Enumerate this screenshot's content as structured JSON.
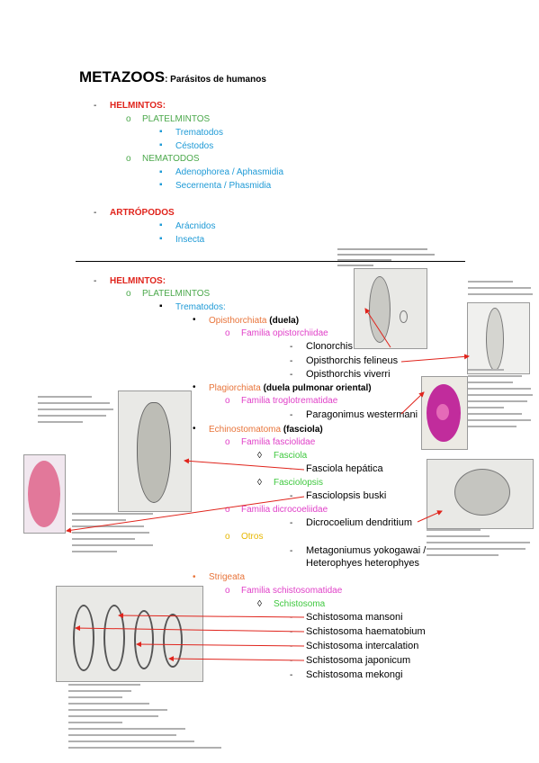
{
  "title": {
    "main": "METAZOOS",
    "sub": ": Parásitos de humanos"
  },
  "outline": {
    "helmintos": "HELMINTOS",
    "platelmintos": "PLATELMINTOS",
    "trematodos": "Trematodos",
    "cestodos": "Céstodos",
    "nematodos": "NEMATODOS",
    "adenophorea": "Adenophorea / Aphasmidia",
    "secernenta": "Secernenta / Phasmidia",
    "artropodos": "ARTRÓPODOS",
    "aracnidos": "Arácnidos",
    "insecta": "Insecta"
  },
  "detail": {
    "helmintos": "HELMINTOS",
    "platelmintos": "PLATELMINTOS",
    "trematodos": "Trematodos",
    "opisthorchiata": "Opisthorchiata",
    "opisthorchiata_note": "(duela)",
    "fam_opisto": "Familia opistorchiidae",
    "clonorchis": "Clonorchis sinensis",
    "felineus": "Opisthorchis felineus",
    "viverri": "Opisthorchis viverri",
    "plagiorchiata": "Plagiorchiata",
    "plagiorchiata_note": "(duela pulmonar oriental)",
    "fam_troglo": "Familia troglotrematidae",
    "paragonimus": "Paragonimus westermani",
    "echinostomatoma": "Echinostomatoma",
    "echino_note": "(fasciola)",
    "fam_fasciolidae": "Familia fasciolidae",
    "fasciola": "Fasciola",
    "fasciola_hepatica": "Fasciola hepática",
    "fasciolopsis": "Fasciolopsis",
    "fasciolopsis_buski": "Fasciolopsis buski",
    "fam_dicro": "Familia dicrocoeliidae",
    "dicrocoelium": "Dicrocoelium dendritium",
    "otros": "Otros",
    "metagonimus": "Metagoniumus yokogawai /",
    "heterophyes": "Heterophyes heterophyes",
    "strigeata": "Strigeata",
    "fam_schisto": "Familia schistosomatidae",
    "schistosoma": "Schistosoma",
    "species": [
      "Schistosoma mansoni",
      "Schistosoma haematobium",
      "Schistosoma intercalation",
      "Schistosoma japonicum",
      "Schistosoma mekongi"
    ]
  },
  "bullets": {
    "dash": "-",
    "circle": "o",
    "square": "▪",
    "dot": "•",
    "diamond": "◊"
  },
  "colors": {
    "red": "#e0241c",
    "green": "#4aa84a",
    "blue": "#1e9ad6",
    "orange": "#e8743a",
    "magenta": "#e040c8",
    "light_green": "#3fc83f",
    "yellow": "#e6b600"
  }
}
